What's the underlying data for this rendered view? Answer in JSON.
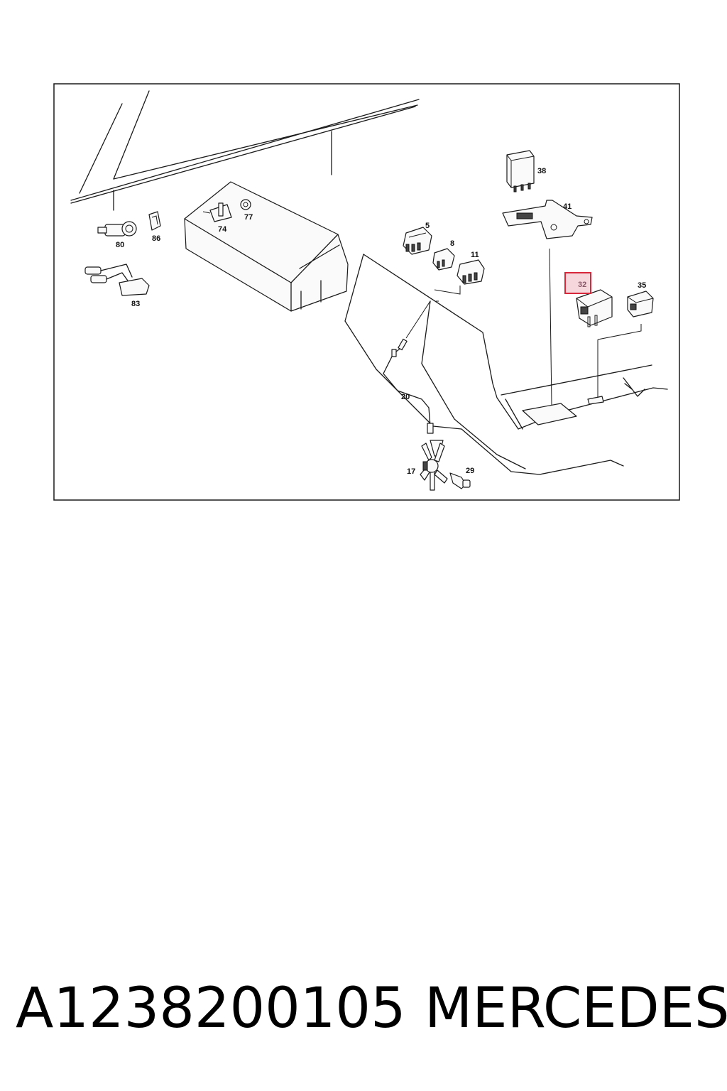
{
  "diagram": {
    "callouts": {
      "p5": "5",
      "p8": "8",
      "p11": "11",
      "p17": "17",
      "p20": "20",
      "p29": "29",
      "p32": "32",
      "p35": "35",
      "p38": "38",
      "p41": "41",
      "p74": "74",
      "p77": "77",
      "p80": "80",
      "p83": "83",
      "p86": "86"
    },
    "highlighted_callout": "32",
    "highlight_color": "#d6283a"
  },
  "footer": {
    "part_number": "A1238200105",
    "brand": "MERCEDES"
  }
}
